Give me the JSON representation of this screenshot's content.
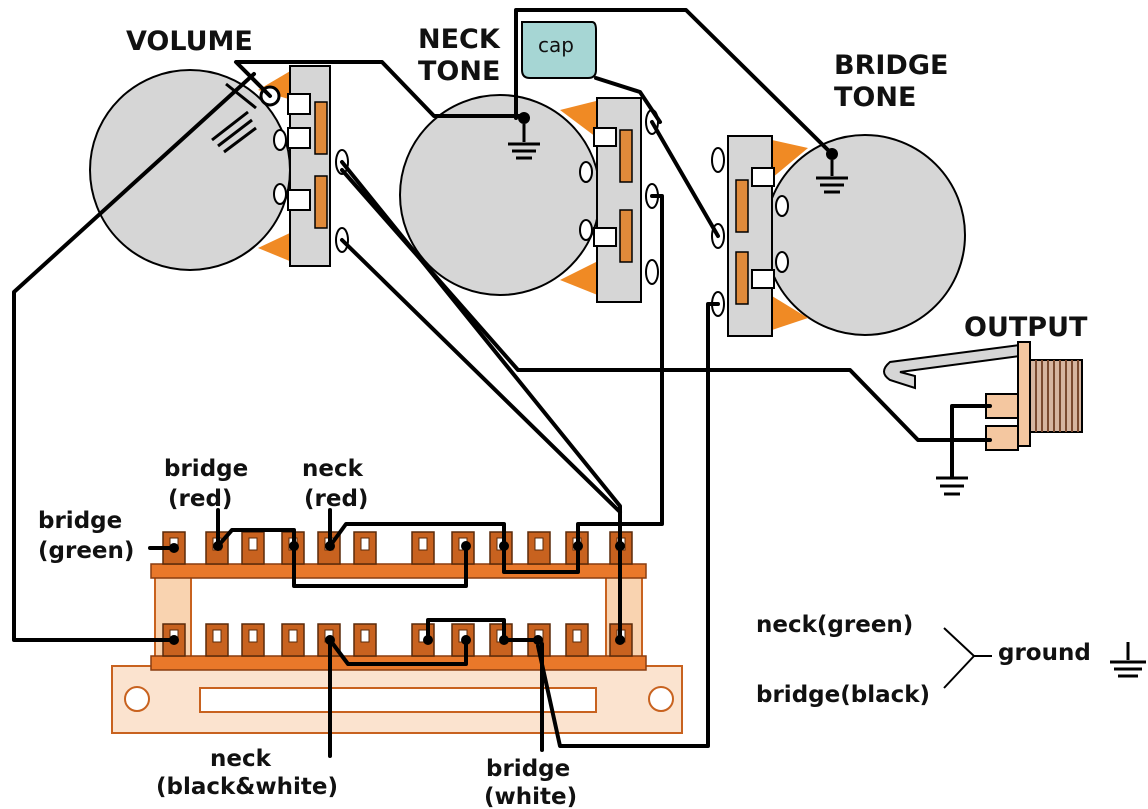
{
  "labels": {
    "volume": "VOLUME",
    "neck_tone_1": "NECK",
    "neck_tone_2": "TONE",
    "bridge_tone_1": "BRIDGE",
    "bridge_tone_2": "TONE",
    "output": "OUTPUT",
    "cap": "cap"
  },
  "switch_labels": {
    "bridge_green_1": "bridge",
    "bridge_green_2": "(green)",
    "bridge_red_1": "bridge",
    "bridge_red_2": "(red)",
    "neck_red_1": "neck",
    "neck_red_2": "(red)",
    "neck_bw_1": "neck",
    "neck_bw_2": "(black&white)",
    "bridge_white_1": "bridge",
    "bridge_white_2": "(white)"
  },
  "legend": {
    "neck_green": "neck(green)",
    "bridge_black": "bridge(black)",
    "ground": "ground"
  },
  "colors": {
    "pot_body": "#d6d6d6",
    "lug_orange": "#f08a24",
    "cap_fill": "#a6d6d4",
    "switch_frame": "#f7c9a3",
    "switch_rail": "#e9782a",
    "jack_contact": "#f4c7a0"
  }
}
